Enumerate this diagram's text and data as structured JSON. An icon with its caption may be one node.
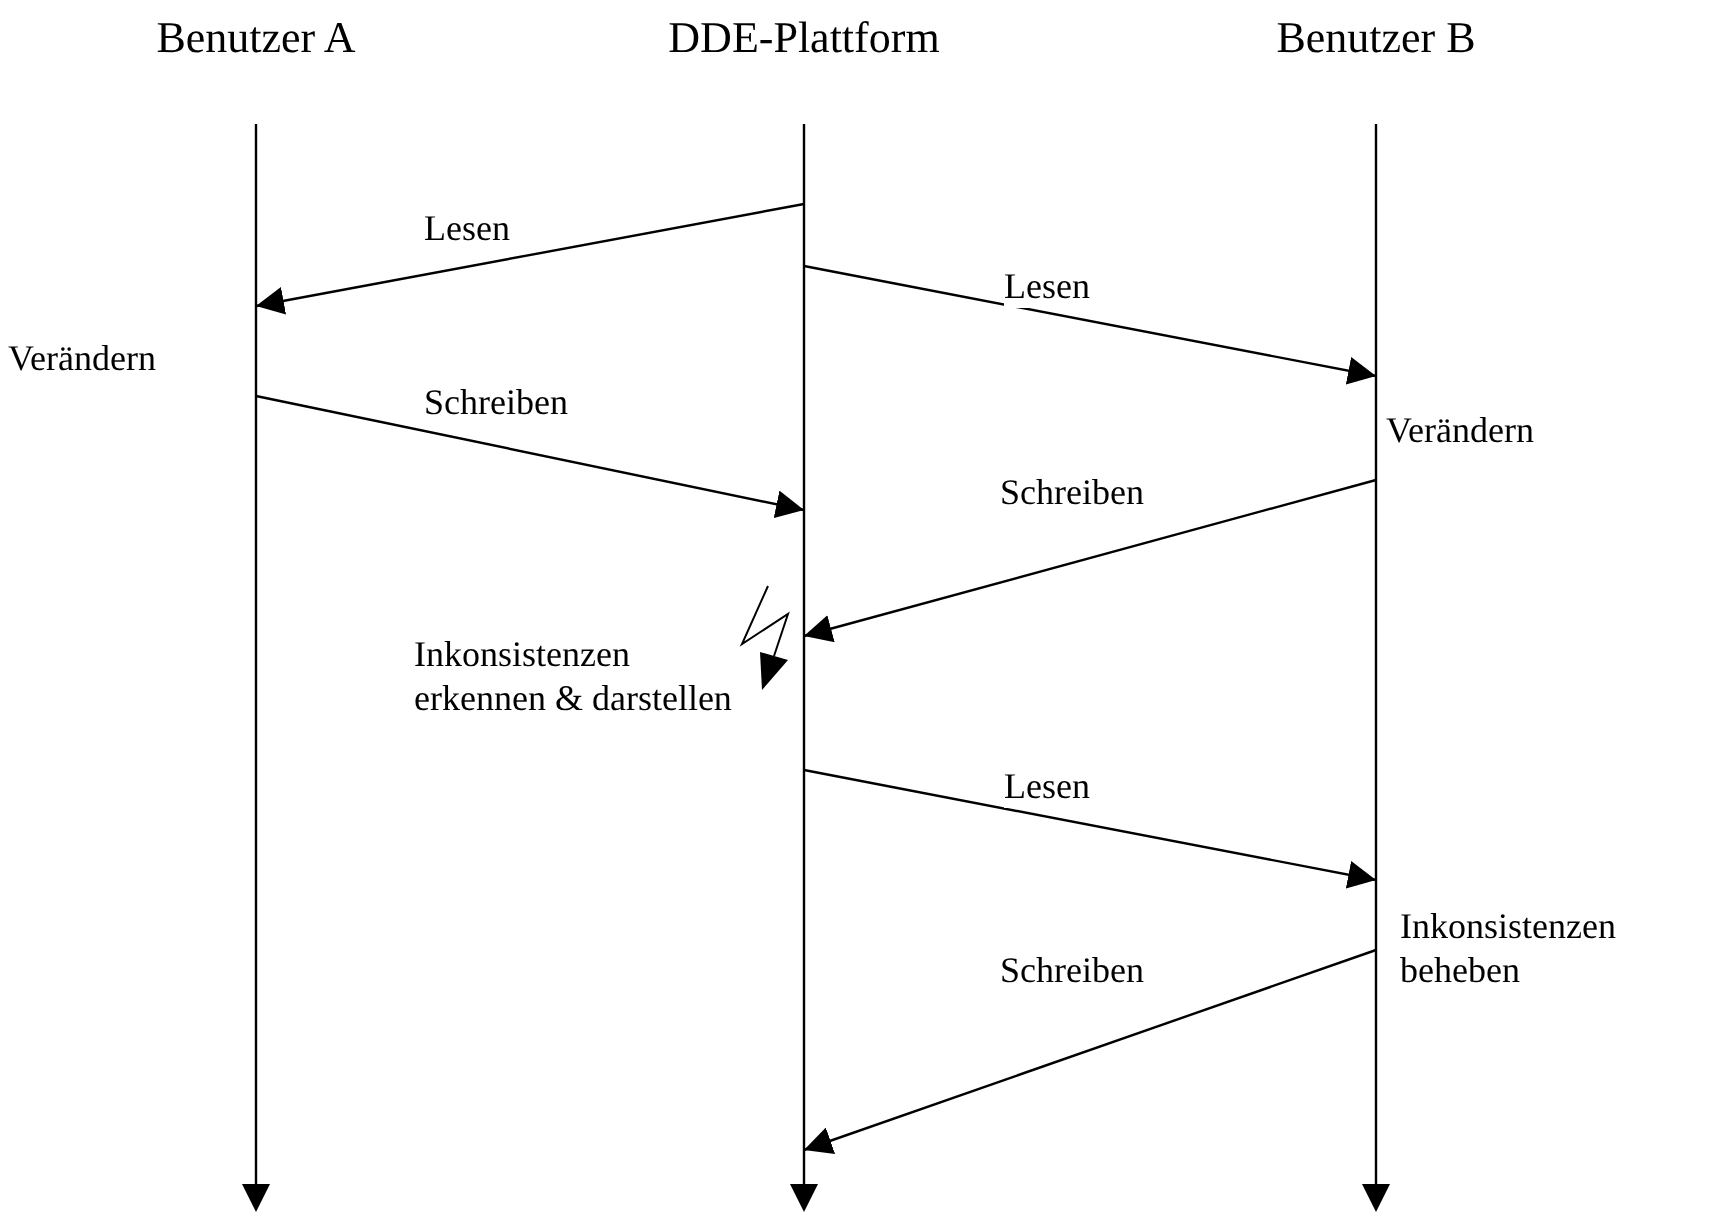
{
  "diagram": {
    "nodes": [
      {
        "text": [
          "Benutzer A"
        ]
      },
      {
        "text": [
          "DDE-Plattform"
        ]
      },
      {
        "text": [
          "Benutzer B"
        ]
      }
    ],
    "edges": [
      {
        "from": 1,
        "to": 0,
        "arrow": "to",
        "label": "Lesen"
      },
      {
        "from": 1,
        "to": 2,
        "arrow": "to",
        "label": "Lesen"
      },
      {
        "from": 0,
        "to": 1,
        "arrow": "to",
        "label": "Schreiben"
      },
      {
        "from": 2,
        "to": 1,
        "arrow": "to",
        "label": "Schreiben"
      },
      {
        "from": 1,
        "to": 2,
        "arrow": "to",
        "label": "Lesen"
      },
      {
        "from": 2,
        "to": 1,
        "arrow": "to",
        "label": "Schreiben"
      }
    ],
    "labels": [
      "Verändern",
      "Verändern",
      "Inkonsistenzen erkennen & darstellen",
      "Inkonsistenzen beheben"
    ]
  }
}
